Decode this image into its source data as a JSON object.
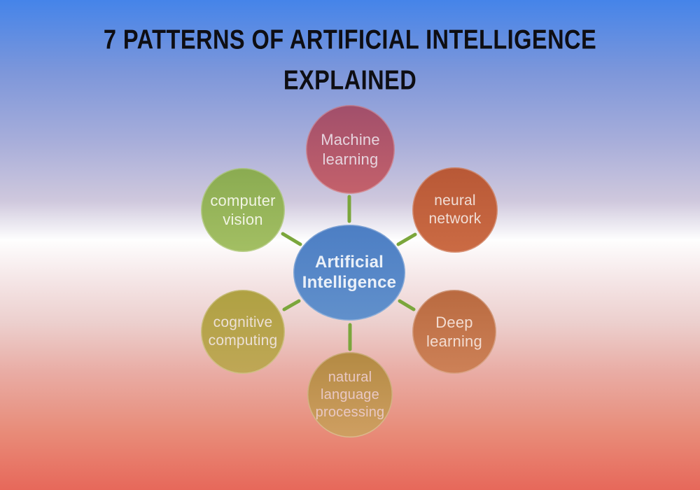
{
  "title": {
    "line1": "7 PATTERNS OF ARTIFICIAL INTELLIGENCE",
    "line2": "EXPLAINED"
  },
  "diagram": {
    "center": {
      "label": "Artificial Intelligence"
    },
    "nodes": [
      {
        "id": "machine-learning",
        "label": "Machine learning"
      },
      {
        "id": "neural-network",
        "label": "neural network"
      },
      {
        "id": "deep-learning",
        "label": "Deep learning"
      },
      {
        "id": "natural-language-processing",
        "label": "natural language processing"
      },
      {
        "id": "cognitive-computing",
        "label": "cognitive computing"
      },
      {
        "id": "computer-vision",
        "label": "computer vision"
      }
    ]
  },
  "colors": {
    "bg_top": "#4584e9",
    "bg_bottom": "#e7685a",
    "title_text": "#0e0e13",
    "connector": "#7ba63c",
    "center_top": "#4c7ec4",
    "center_bottom": "#6190cb",
    "center_text": "#eaf0f8",
    "ml_top": "#a14f6b",
    "ml_bottom": "#c4616b",
    "ml_text": "#e6d4de",
    "nn_top": "#b85836",
    "nn_bottom": "#cb6b44",
    "nn_text": "#f0ddd5",
    "dl_top": "#b96a40",
    "dl_bottom": "#cd8157",
    "dl_text": "#f3dcd1",
    "nlp_top": "#b38a43",
    "nlp_bottom": "#cf9f62",
    "nlp_text": "#e9c8c4",
    "cc_top": "#afa142",
    "cc_bottom": "#bfa756",
    "cc_text": "#ece0d6",
    "cv_top": "#8aab51",
    "cv_bottom": "#a3bf63",
    "cv_text": "#f1f4e3"
  }
}
